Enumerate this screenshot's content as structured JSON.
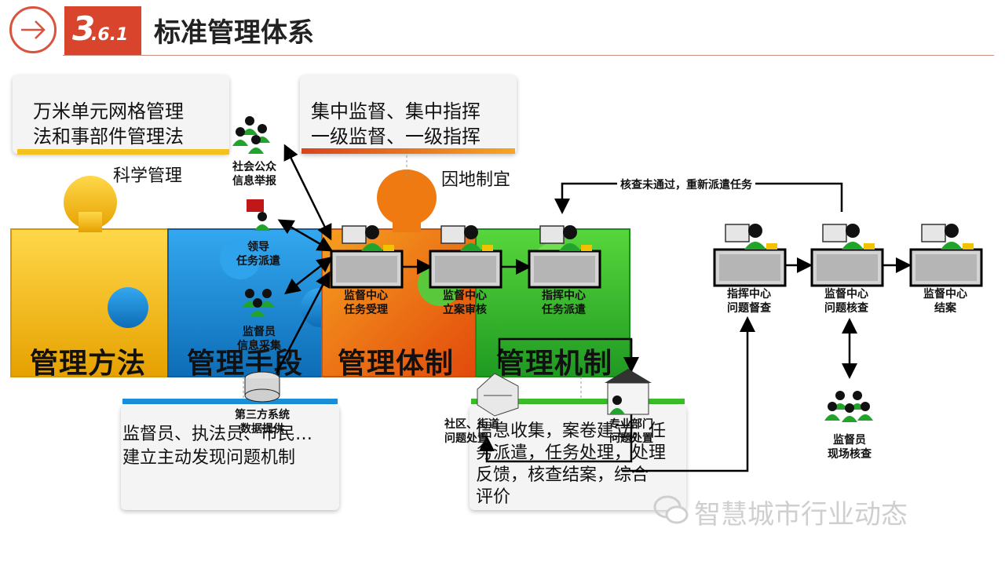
{
  "header": {
    "section_main": "3",
    "section_sub": ".6.1",
    "title": "标准管理体系"
  },
  "boxes": {
    "top_left": {
      "line1": "万米单元网格管理",
      "line2": "法和事部件管理法",
      "caption": "科学管理"
    },
    "top_mid": {
      "line1": "集中监督、集中指挥",
      "line2": "一级监督、一级指挥",
      "caption": "因地制宜"
    },
    "bottom_left": {
      "line1": "监督员、执法员、市民…",
      "line2": "建立主动发现问题机制"
    },
    "bottom_mid": {
      "line1": "信息收集，案卷建立，任",
      "line2": "务派遣，任务处理，处理",
      "line3": "反馈，核查结案，综合",
      "line4": "评价"
    }
  },
  "puzzle": {
    "piece1": "管理方法",
    "piece2": "管理手段",
    "piece3": "管理体制",
    "piece4": "管理机制",
    "colors": {
      "yellow": "#f7c21b",
      "blue": "#1a8fd8",
      "orange": "#f07a12",
      "green": "#3bbb2a"
    }
  },
  "nodes": {
    "public_report": {
      "line1": "社会公众",
      "line2": "信息举报"
    },
    "leader": {
      "line1": "领导",
      "line2": "任务派遣"
    },
    "inspector_collect": {
      "line1": "监督员",
      "line2": "信息采集"
    },
    "third_party": {
      "line1": "第三方系统",
      "line2": "数据提供"
    },
    "supervise_accept": {
      "line1": "监督中心",
      "line2": "任务受理"
    },
    "supervise_review": {
      "line1": "监督中心",
      "line2": "立案审核"
    },
    "command_dispatch": {
      "line1": "指挥中心",
      "line2": "任务派遣"
    },
    "command_check": {
      "line1": "指挥中心",
      "line2": "问题督查"
    },
    "supervise_verify": {
      "line1": "监督中心",
      "line2": "问题核查"
    },
    "supervise_close": {
      "line1": "监督中心",
      "line2": "结案"
    },
    "inspector_verify": {
      "line1": "监督员",
      "line2": "现场核查"
    },
    "community": {
      "line1": "社区、街道",
      "line2": "问题处置"
    },
    "dept": {
      "line1": "专业部门",
      "line2": "问题处置"
    }
  },
  "loop_label": "核查未通过，重新派遣任务",
  "watermark": "智慧城市行业动态",
  "colors": {
    "accent": "#d9442d",
    "person_green": "#22a42c",
    "desk_gray": "#c8c8c8"
  }
}
